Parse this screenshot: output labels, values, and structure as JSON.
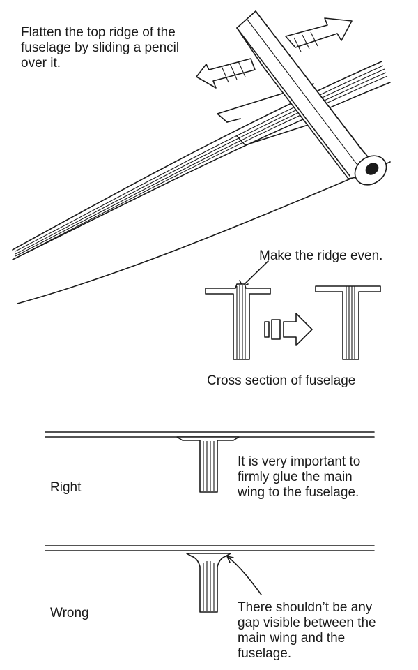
{
  "instruction": {
    "lines": [
      "Flatten the top ridge of the",
      "fuselage by sliding a pencil",
      "over it."
    ]
  },
  "cross_section": {
    "callout": "Make the ridge even.",
    "caption": "Cross section of fuselage"
  },
  "right_example": {
    "label": "Right",
    "note_lines": [
      "It is very important to",
      "firmly glue the main",
      "wing to the fuselage."
    ]
  },
  "wrong_example": {
    "label": "Wrong",
    "note_lines": [
      "There shouldn’t be any",
      "gap visible between the",
      "main wing and the",
      "fuselage."
    ]
  }
}
